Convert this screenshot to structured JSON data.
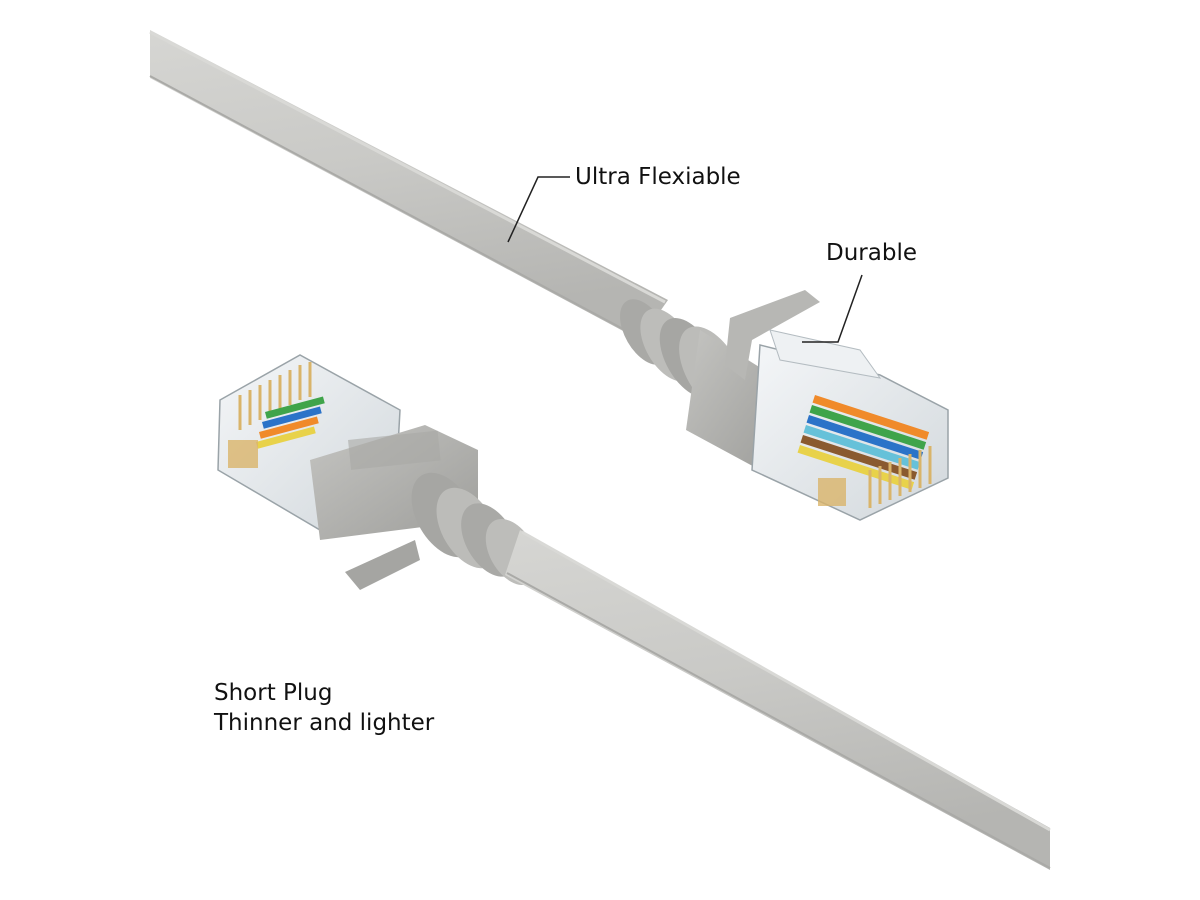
{
  "annotations": {
    "ultra_flexible": "Ultra Flexiable",
    "durable": "Durable",
    "short_plug": "Short Plug",
    "thinner_lighter": "Thinner and lighter"
  },
  "colors": {
    "background": "#ffffff",
    "cable": "#c9c9c6",
    "cable_shade": "#a8a8a5",
    "boot": "#b3b3b0",
    "boot_dark": "#8e8e8b",
    "plug_clear": "#e8ecef",
    "gold_pin": "#d9b46a",
    "leader_line": "#222222",
    "text": "#111111"
  },
  "wire_colors": [
    "#f08a2a",
    "#f3f3f3",
    "#3fa44a",
    "#2b73c8",
    "#8a5a2f",
    "#66c1d9",
    "#e8d24a",
    "#f2a0a0"
  ]
}
